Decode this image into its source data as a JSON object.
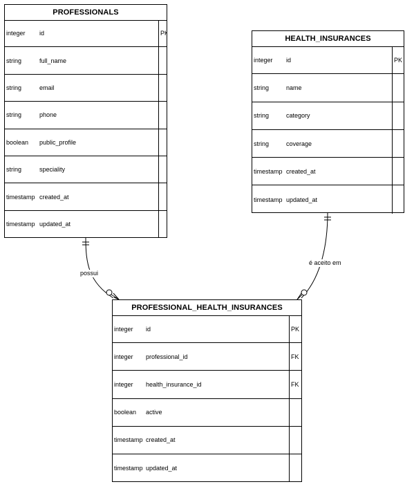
{
  "diagram": {
    "entities": {
      "professionals": {
        "name": "PROFESSIONALS",
        "rows": [
          {
            "type": "integer",
            "name": "id",
            "key": "PK"
          },
          {
            "type": "string",
            "name": "full_name",
            "key": ""
          },
          {
            "type": "string",
            "name": "email",
            "key": ""
          },
          {
            "type": "string",
            "name": "phone",
            "key": ""
          },
          {
            "type": "boolean",
            "name": "public_profile",
            "key": ""
          },
          {
            "type": "string",
            "name": "speciality",
            "key": ""
          },
          {
            "type": "timestamp",
            "name": "created_at",
            "key": ""
          },
          {
            "type": "timestamp",
            "name": "updated_at",
            "key": ""
          }
        ]
      },
      "health_insurances": {
        "name": "HEALTH_INSURANCES",
        "rows": [
          {
            "type": "integer",
            "name": "id",
            "key": "PK"
          },
          {
            "type": "string",
            "name": "name",
            "key": ""
          },
          {
            "type": "string",
            "name": "category",
            "key": ""
          },
          {
            "type": "string",
            "name": "coverage",
            "key": ""
          },
          {
            "type": "timestamp",
            "name": "created_at",
            "key": ""
          },
          {
            "type": "timestamp",
            "name": "updated_at",
            "key": ""
          }
        ]
      },
      "professional_health_insurances": {
        "name": "PROFESSIONAL_HEALTH_INSURANCES",
        "rows": [
          {
            "type": "integer",
            "name": "id",
            "key": "PK"
          },
          {
            "type": "integer",
            "name": "professional_id",
            "key": "FK"
          },
          {
            "type": "integer",
            "name": "health_insurance_id",
            "key": "FK"
          },
          {
            "type": "boolean",
            "name": "active",
            "key": ""
          },
          {
            "type": "timestamp",
            "name": "created_at",
            "key": ""
          },
          {
            "type": "timestamp",
            "name": "updated_at",
            "key": ""
          }
        ]
      }
    },
    "relationships": {
      "possui": {
        "label": "possui",
        "from": "PROFESSIONALS",
        "to": "PROFESSIONAL_HEALTH_INSURANCES",
        "from_cardinality": "one-and-only-one",
        "to_cardinality": "zero-or-many"
      },
      "aceito": {
        "label": "é aceito em",
        "from": "HEALTH_INSURANCES",
        "to": "PROFESSIONAL_HEALTH_INSURANCES",
        "from_cardinality": "one-and-only-one",
        "to_cardinality": "zero-or-many"
      }
    }
  }
}
